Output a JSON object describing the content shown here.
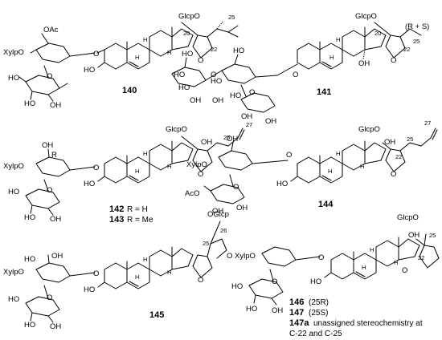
{
  "labels": {
    "c140": {
      "ac_o": "OAc",
      "xyl_o": "XylpO",
      "o1": "O",
      "o2": "O",
      "ho1": "HO",
      "ho2": "HO",
      "oh1": "OH",
      "ho3": "HO",
      "glc": "GlcpO",
      "n25": "25",
      "n20": "20",
      "n22": "22",
      "ring_o": "O",
      "h1": "H",
      "h2": "H",
      "h3": "H"
    },
    "c141": {
      "glc": "GlcpO",
      "n20": "20",
      "n22": "22",
      "n25": "25",
      "rs": "(R + S)",
      "ring_o": "O",
      "oh": "OH",
      "h1": "H",
      "h2": "H",
      "ho_a": "HO",
      "ho_b": "HO",
      "ho_c": "HO",
      "ho_d": "HO",
      "ho_e": "HO",
      "ho_f": "HO",
      "oh_a": "OH",
      "oh_b": "OH",
      "oh_c": "OH",
      "oh_d": "OH",
      "o_link": "O",
      "o_gly1": "O",
      "o_gly2": "O"
    },
    "c142": {
      "glc": "GlcpO",
      "n27": "27",
      "n25": "25",
      "oh": "OH",
      "ring_o": "O",
      "r": "R",
      "oh_top": "OH",
      "xyl_o": "XylpO",
      "o1": "O",
      "o2": "O",
      "ho1": "HO",
      "ho2": "HO",
      "oh1": "OH",
      "ho3": "HO",
      "h1": "H",
      "h2": "H",
      "h3": "H"
    },
    "c144": {
      "glc": "GlcpO",
      "n27": "27",
      "n25": "25",
      "n22": "22",
      "oh": "OH",
      "ring_o": "O",
      "oh_top": "OH",
      "xyl_o": "XylpO",
      "o1": "O",
      "o2": "O",
      "aco": "AcO",
      "oh1": "OH",
      "oh2": "OH",
      "ho3": "HO",
      "h1": "H",
      "h2": "H",
      "h3": "H"
    },
    "c145": {
      "oglc": "OGlcp",
      "n26": "26",
      "n25": "25",
      "ring_o1": "O",
      "ring_o2": "O",
      "oh_top": "OH",
      "ho_top": "HO",
      "xyl_o": "XylpO",
      "o1": "O",
      "o2": "O",
      "ho1": "HO",
      "ho2": "HO",
      "oh1": "OH",
      "ho3": "HO",
      "h1": "H",
      "h2": "H",
      "h3": "H"
    },
    "c146": {
      "glc": "GlcpO",
      "n25": "25",
      "n22": "22",
      "oh": "OH",
      "ring_o": "O",
      "xyl_o": "XylpO",
      "o1": "O",
      "o2": "O",
      "ho1": "HO",
      "ho2": "HO",
      "oh1": "OH",
      "ho3": "HO",
      "h1": "H",
      "h2": "H",
      "h3": "H"
    }
  },
  "compounds": {
    "n140": "140",
    "n141": "141",
    "n142": "142",
    "r142": "R = H",
    "n143": "143",
    "r143": "R = Me",
    "n144": "144",
    "n145": "145",
    "n146": "146",
    "c146": "(25R)",
    "n147": "147",
    "c147": "(25S)",
    "n147a": "147a",
    "c147a_1": "unassigned stereochemistry at",
    "c147a_2": "C-22 and C-25"
  }
}
